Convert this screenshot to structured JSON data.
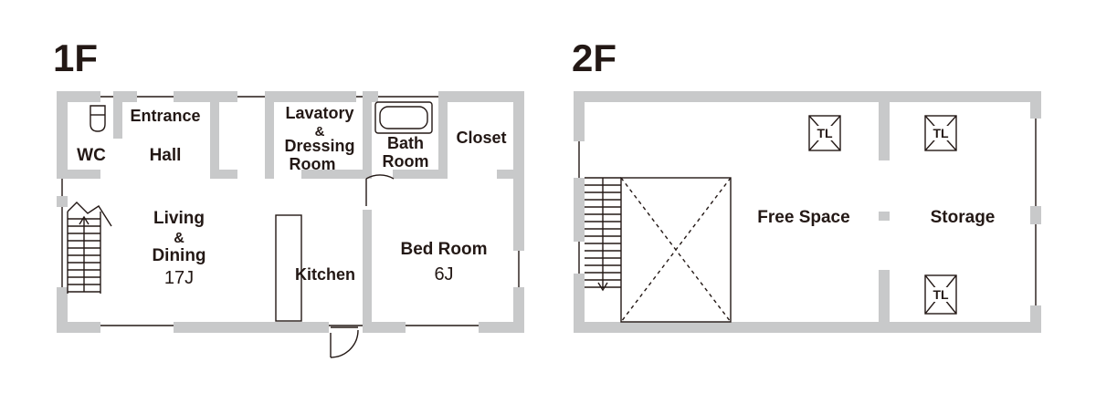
{
  "floors": [
    {
      "label": "1F",
      "rooms": {
        "entrance": "Entrance",
        "wc": "WC",
        "hall": "Hall",
        "lavatory": [
          "Lavatory",
          "&",
          "Dressing",
          "Room"
        ],
        "bath": [
          "Bath",
          "Room"
        ],
        "closet": "Closet",
        "living": [
          "Living",
          "&",
          "Dining"
        ],
        "living_area": "17J",
        "kitchen": "Kitchen",
        "bedroom": "Bed Room",
        "bedroom_area": "6J"
      }
    },
    {
      "label": "2F",
      "rooms": {
        "free_space": "Free Space",
        "storage": "Storage",
        "skylight": "TL"
      }
    }
  ],
  "colors": {
    "wall": "#c8c9ca",
    "line": "#231815"
  }
}
